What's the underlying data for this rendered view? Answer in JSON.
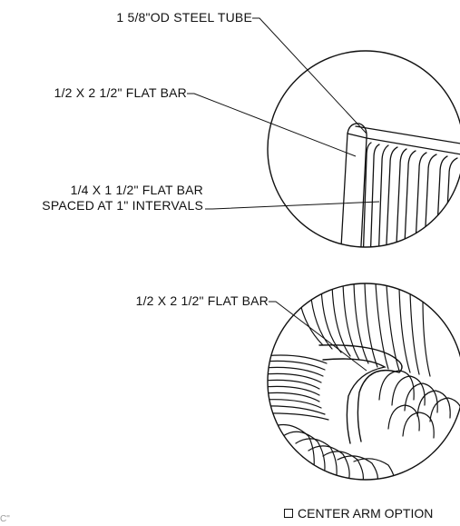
{
  "callouts": {
    "steel_tube": "1 5/8\"OD STEEL TUBE",
    "flat_bar_top": "1/2 X 2 1/2\" FLAT BAR",
    "spaced_bar_line1": "1/4 X 1 1/2\" FLAT BAR",
    "spaced_bar_line2": "SPACED AT 1\" INTERVALS",
    "flat_bar_bottom": "1/2 X 2 1/2\" FLAT BAR"
  },
  "option": {
    "label": "CENTER ARM OPTION",
    "checked": false
  },
  "corner_fragment": "C\""
}
